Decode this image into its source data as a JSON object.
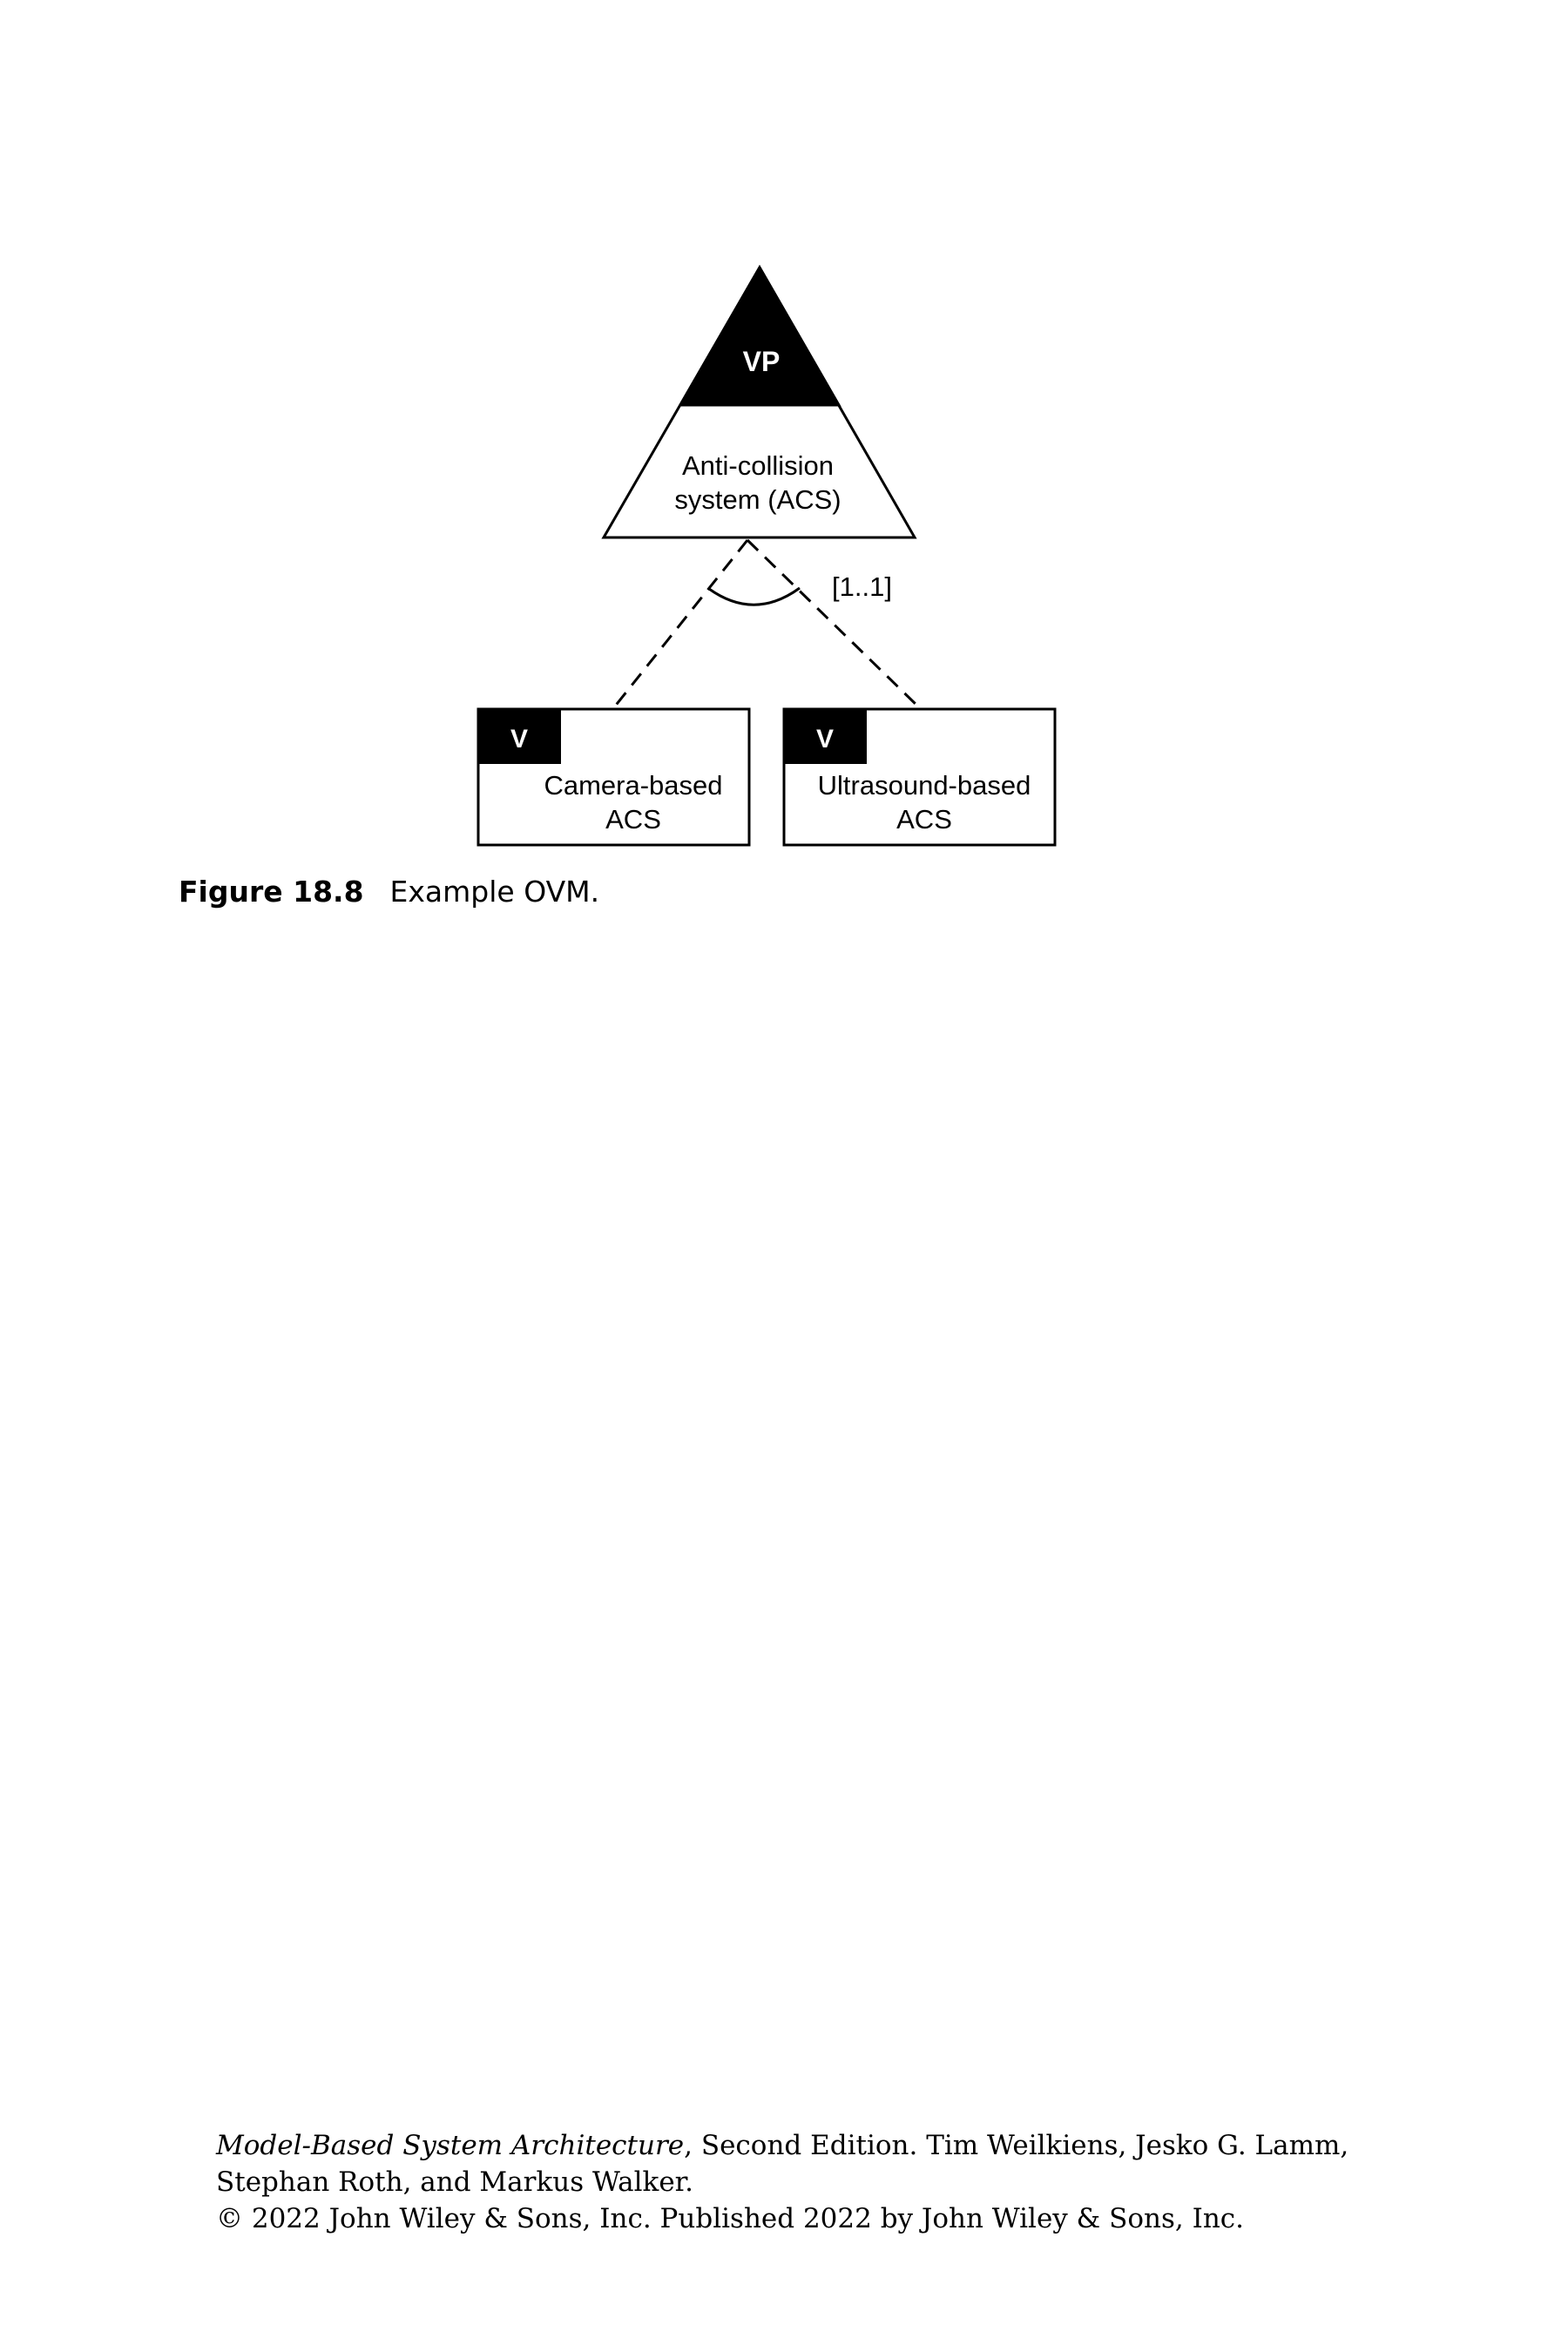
{
  "diagram": {
    "variation_point": {
      "marker": "VP",
      "name_lines": [
        "Anti-collision",
        "system (ACS)"
      ]
    },
    "multiplicity": "[1..1]",
    "variants": [
      {
        "marker": "V",
        "name_lines": [
          "Camera-based",
          "ACS"
        ]
      },
      {
        "marker": "V",
        "name_lines": [
          "Ultrasound-based",
          "ACS"
        ]
      }
    ]
  },
  "caption": {
    "label": "Figure 18.8",
    "text": "Example OVM."
  },
  "footer": {
    "book_title": "Model-Based System Architecture",
    "line1_rest": ", Second Edition. Tim Weilkiens, Jesko G. Lamm,",
    "line2": "Stephan Roth, and Markus Walker.",
    "line3": "© 2022 John Wiley & Sons, Inc. Published 2022 by John Wiley & Sons, Inc."
  }
}
